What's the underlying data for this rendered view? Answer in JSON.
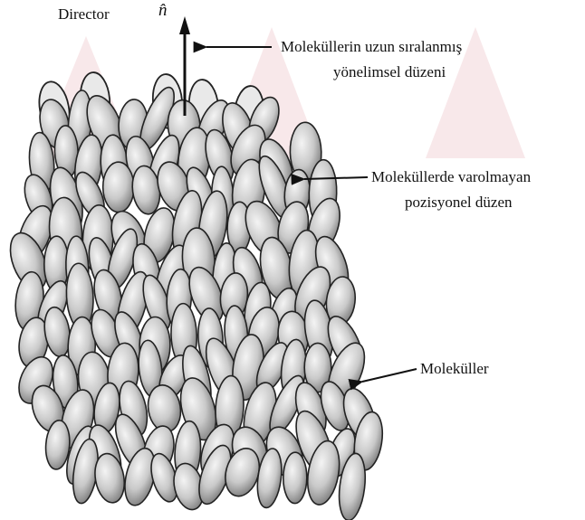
{
  "labels": {
    "director": "Director",
    "director_symbol": "n̂",
    "orientational_order": [
      "Moleküllerin uzun sıralanmış",
      "yönelimsel düzeni"
    ],
    "positional_order": [
      "Moleküllerde varolmayan",
      "pozisyonel düzen"
    ],
    "molecules": "Moleküller"
  },
  "colors": {
    "ink": "#111111",
    "molecule_fill": "#d4d4d4",
    "molecule_shade": "#8a8a8a",
    "watermark": "#f3d6d8"
  }
}
